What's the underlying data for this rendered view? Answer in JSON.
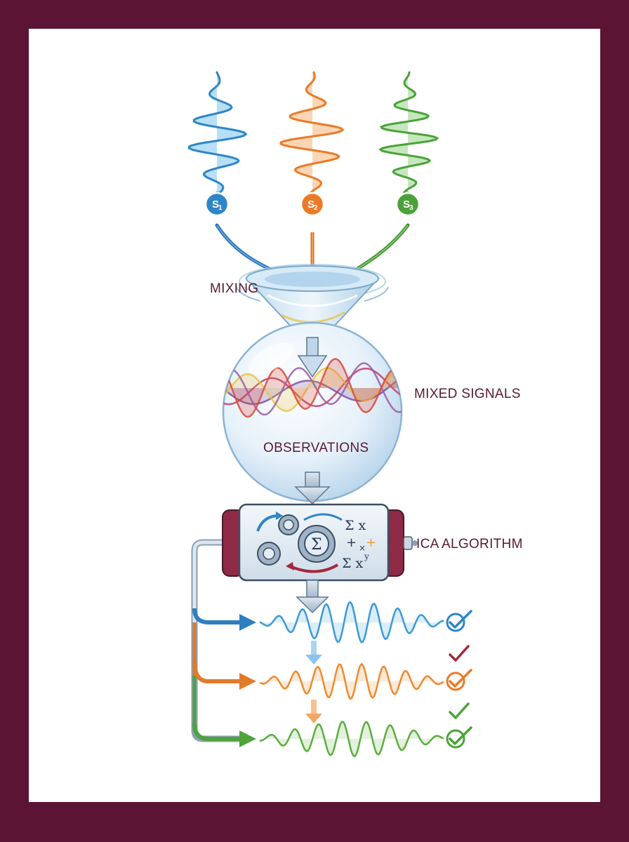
{
  "sources": [
    {
      "main": "S",
      "index": "1",
      "color": "#2e86c8",
      "fill": "#7cc4ec"
    },
    {
      "main": "S",
      "index": "2",
      "color": "#ec7a26",
      "fill": "#f7b57a"
    },
    {
      "main": "S",
      "index": "3",
      "color": "#4aa33a",
      "fill": "#98d486"
    }
  ],
  "labels": {
    "mixing": "MIXING",
    "mixed_signals": "MIXED SIGNALS",
    "observations": "OBSERVATIONS",
    "ica_algorithm": "ICA ALGORITHM"
  },
  "algorithm_symbols": {
    "sum": "Σ",
    "sum_x": "Σ x",
    "plus": "+",
    "times": "×",
    "sum_xy": "Σ x",
    "sup_y": "y"
  },
  "outputs": [
    {
      "color": "#3a9ad8",
      "check": "check-icon-blue"
    },
    {
      "color": "#ef8a2e",
      "check": "check-icon-orange"
    },
    {
      "color": "#5cae3f",
      "check": "check-icon-green"
    }
  ],
  "colors": {
    "frame": "#5c1434",
    "label_text": "#5a1a35",
    "check_red": "#a3283f"
  }
}
